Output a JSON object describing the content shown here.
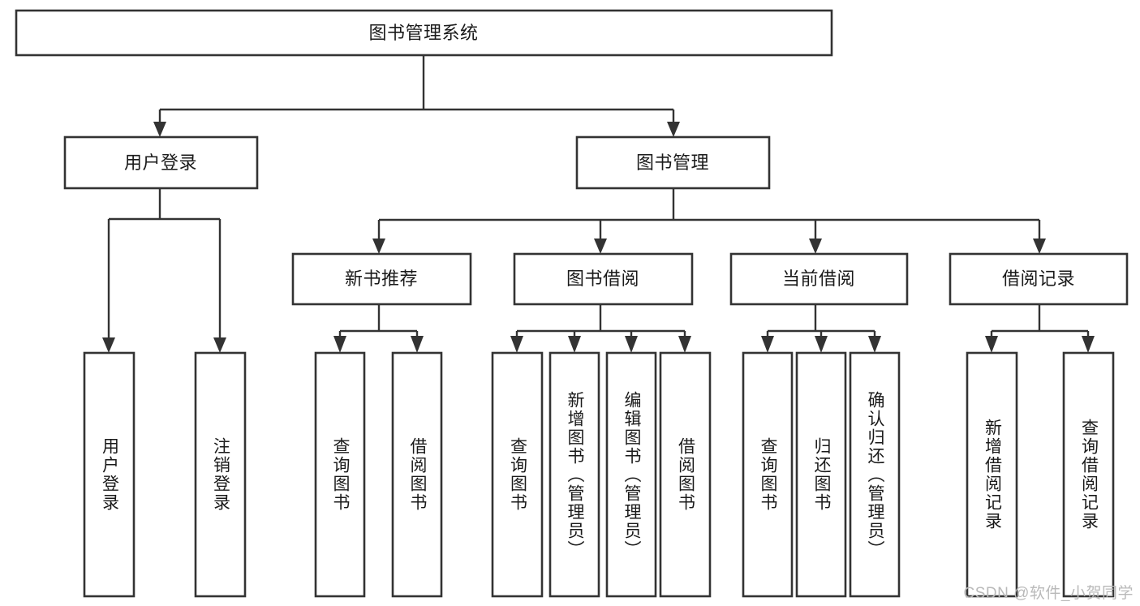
{
  "diagram": {
    "type": "tree-hierarchy",
    "title": "图书管理系统",
    "background_color": "#ffffff",
    "line_color": "#333333",
    "text_color": "#1a1a1a",
    "root": {
      "label": "图书管理系统",
      "orientation": "horizontal"
    },
    "level2": [
      {
        "label": "用户登录",
        "orientation": "horizontal"
      },
      {
        "label": "图书管理",
        "orientation": "horizontal"
      }
    ],
    "level3": [
      {
        "label": "新书推荐",
        "orientation": "horizontal"
      },
      {
        "label": "图书借阅",
        "orientation": "horizontal"
      },
      {
        "label": "当前借阅",
        "orientation": "horizontal"
      },
      {
        "label": "借阅记录",
        "orientation": "horizontal"
      }
    ],
    "leaves_user_login": [
      {
        "label": "用户登录",
        "orientation": "vertical"
      },
      {
        "label": "注销登录",
        "orientation": "vertical"
      }
    ],
    "leaves_new_book": [
      {
        "label": "查询图书",
        "orientation": "vertical"
      },
      {
        "label": "借阅图书",
        "orientation": "vertical"
      }
    ],
    "leaves_borrow": [
      {
        "label": "查询图书",
        "orientation": "vertical"
      },
      {
        "label": "新增图书（管理员）",
        "orientation": "vertical"
      },
      {
        "label": "编辑图书（管理员）",
        "orientation": "vertical"
      },
      {
        "label": "借阅图书",
        "orientation": "vertical"
      }
    ],
    "leaves_current": [
      {
        "label": "查询图书",
        "orientation": "vertical"
      },
      {
        "label": "归还图书",
        "orientation": "vertical"
      },
      {
        "label": "确认归还（管理员）",
        "orientation": "vertical"
      }
    ],
    "leaves_records": [
      {
        "label": "新增借阅记录",
        "orientation": "vertical"
      },
      {
        "label": "查询借阅记录",
        "orientation": "vertical"
      }
    ]
  },
  "watermark": {
    "text": "CSDN @软件_小贺同学"
  }
}
